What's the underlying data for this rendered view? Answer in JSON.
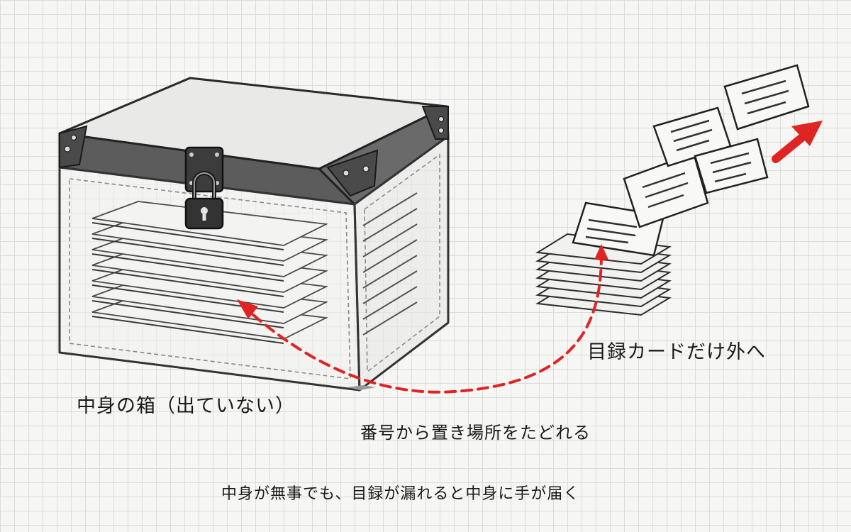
{
  "labels": {
    "box": "中身の箱（出ていない）",
    "catalog_out": "目録カードだけ外へ",
    "trace": "番号から置き場所をたどれる",
    "caption": "中身が無事でも、目録が漏れると中身に手が届く"
  },
  "colors": {
    "arrow": "#e02424",
    "ink": "#1e1e1e",
    "paper": "#f4f4f2",
    "grid": "#dcdcda"
  },
  "icons": {
    "lock": "padlock-icon",
    "export_arrow": "arrow-up-right-icon"
  }
}
